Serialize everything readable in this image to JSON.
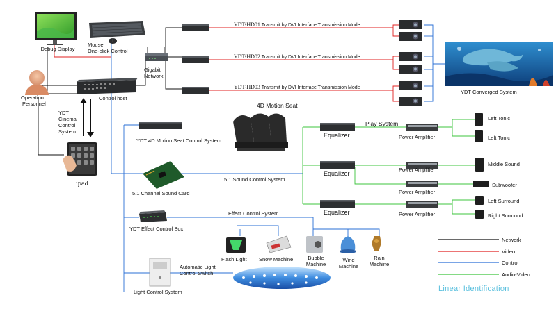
{
  "labels": {
    "debug_display": "Debug Display",
    "mouse": "Mouse",
    "one_click": "One-click Control",
    "gigabit": "Gigabit",
    "network": "Network",
    "operation": "Operation",
    "personnel": "Personnel",
    "control_host": "Control host",
    "ydt_cinema_1": "YDT",
    "ydt_cinema_2": "Cinema",
    "ydt_cinema_3": "Control",
    "ydt_cinema_4": "System",
    "ipad": "ipad",
    "hd01_code": "YDT-HD01",
    "hd02_code": "YDT-HD02",
    "hd03_code": "YDT-HD03",
    "mode_text": "Transmit by DVI Interface Transmission Mode",
    "converged": "YDT Converged System",
    "motion_seat": "4D Motion Seat",
    "motion_control": "YDT 4D Motion Seat Control System",
    "sound_card": "5.1 Channel Sound Card",
    "sound_control": "5.1 Sound Control System",
    "play_system": "Play System",
    "equalizer": "Equalizer",
    "power_amp": "Power Amplifier",
    "left_tonic": "Left Tonic",
    "middle_sound": "Middle Sound",
    "subwoofer": "Subwoofer",
    "left_surround": "Left Surround",
    "right_surround": "Right Surround",
    "effect_control": "Effect Control System",
    "effect_box": "YDT Effect Control Box",
    "flash_light": "Flash Light",
    "snow_machine": "Snow Machine",
    "bubble_1": "Bubble",
    "bubble_2": "Machine",
    "wind_1": "Wind",
    "wind_2": "Machine",
    "rain_1": "Rain",
    "rain_2": "Machine",
    "auto_light_1": "Automatic Light",
    "auto_light_2": "Control Switch",
    "light_control": "Light Control System"
  },
  "legend": {
    "items": [
      {
        "label": "Network",
        "color": "#111111"
      },
      {
        "label": "Video",
        "color": "#e02020"
      },
      {
        "label": "Control",
        "color": "#2a6fd6"
      },
      {
        "label": "Audio-Video",
        "color": "#3cc43c"
      }
    ],
    "title": "Linear Identification"
  },
  "colors": {
    "network": "#111111",
    "video": "#e02020",
    "control": "#2a6fd6",
    "audio": "#3cc43c"
  }
}
